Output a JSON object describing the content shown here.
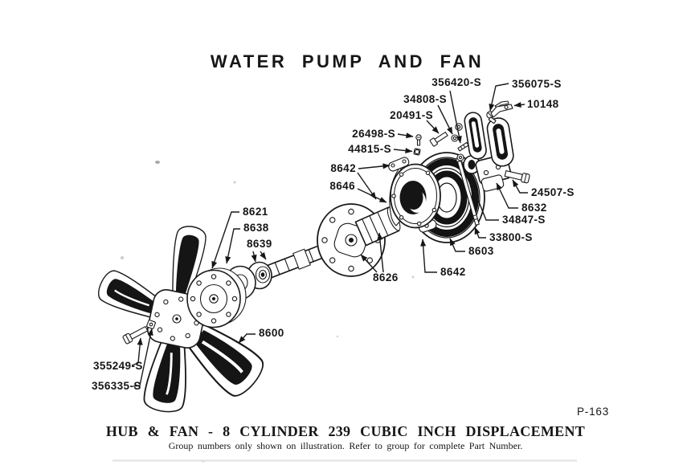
{
  "title": "WATER PUMP AND FAN",
  "page_ref": "P-163",
  "footer": {
    "heading": "HUB & FAN - 8 CYLINDER 239 CUBIC INCH DISPLACEMENT",
    "note": "Group numbers only shown on illustration. Refer to group for complete Part Number."
  },
  "colors": {
    "paper": "#ffffff",
    "ink": "#161616"
  },
  "callouts": [
    {
      "text": "356420-S"
    },
    {
      "text": "356075-S"
    },
    {
      "text": "34808-S"
    },
    {
      "text": "10148"
    },
    {
      "text": "20491-S"
    },
    {
      "text": "26498-S"
    },
    {
      "text": "44815-S"
    },
    {
      "text": "8642"
    },
    {
      "text": "8646"
    },
    {
      "text": "24507-S"
    },
    {
      "text": "8632"
    },
    {
      "text": "34847-S"
    },
    {
      "text": "33800-S"
    },
    {
      "text": "8621"
    },
    {
      "text": "8638"
    },
    {
      "text": "8639"
    },
    {
      "text": "8603"
    },
    {
      "text": "8642"
    },
    {
      "text": "8626"
    },
    {
      "text": "8600"
    },
    {
      "text": "355249-S"
    },
    {
      "text": "356335-S"
    }
  ]
}
